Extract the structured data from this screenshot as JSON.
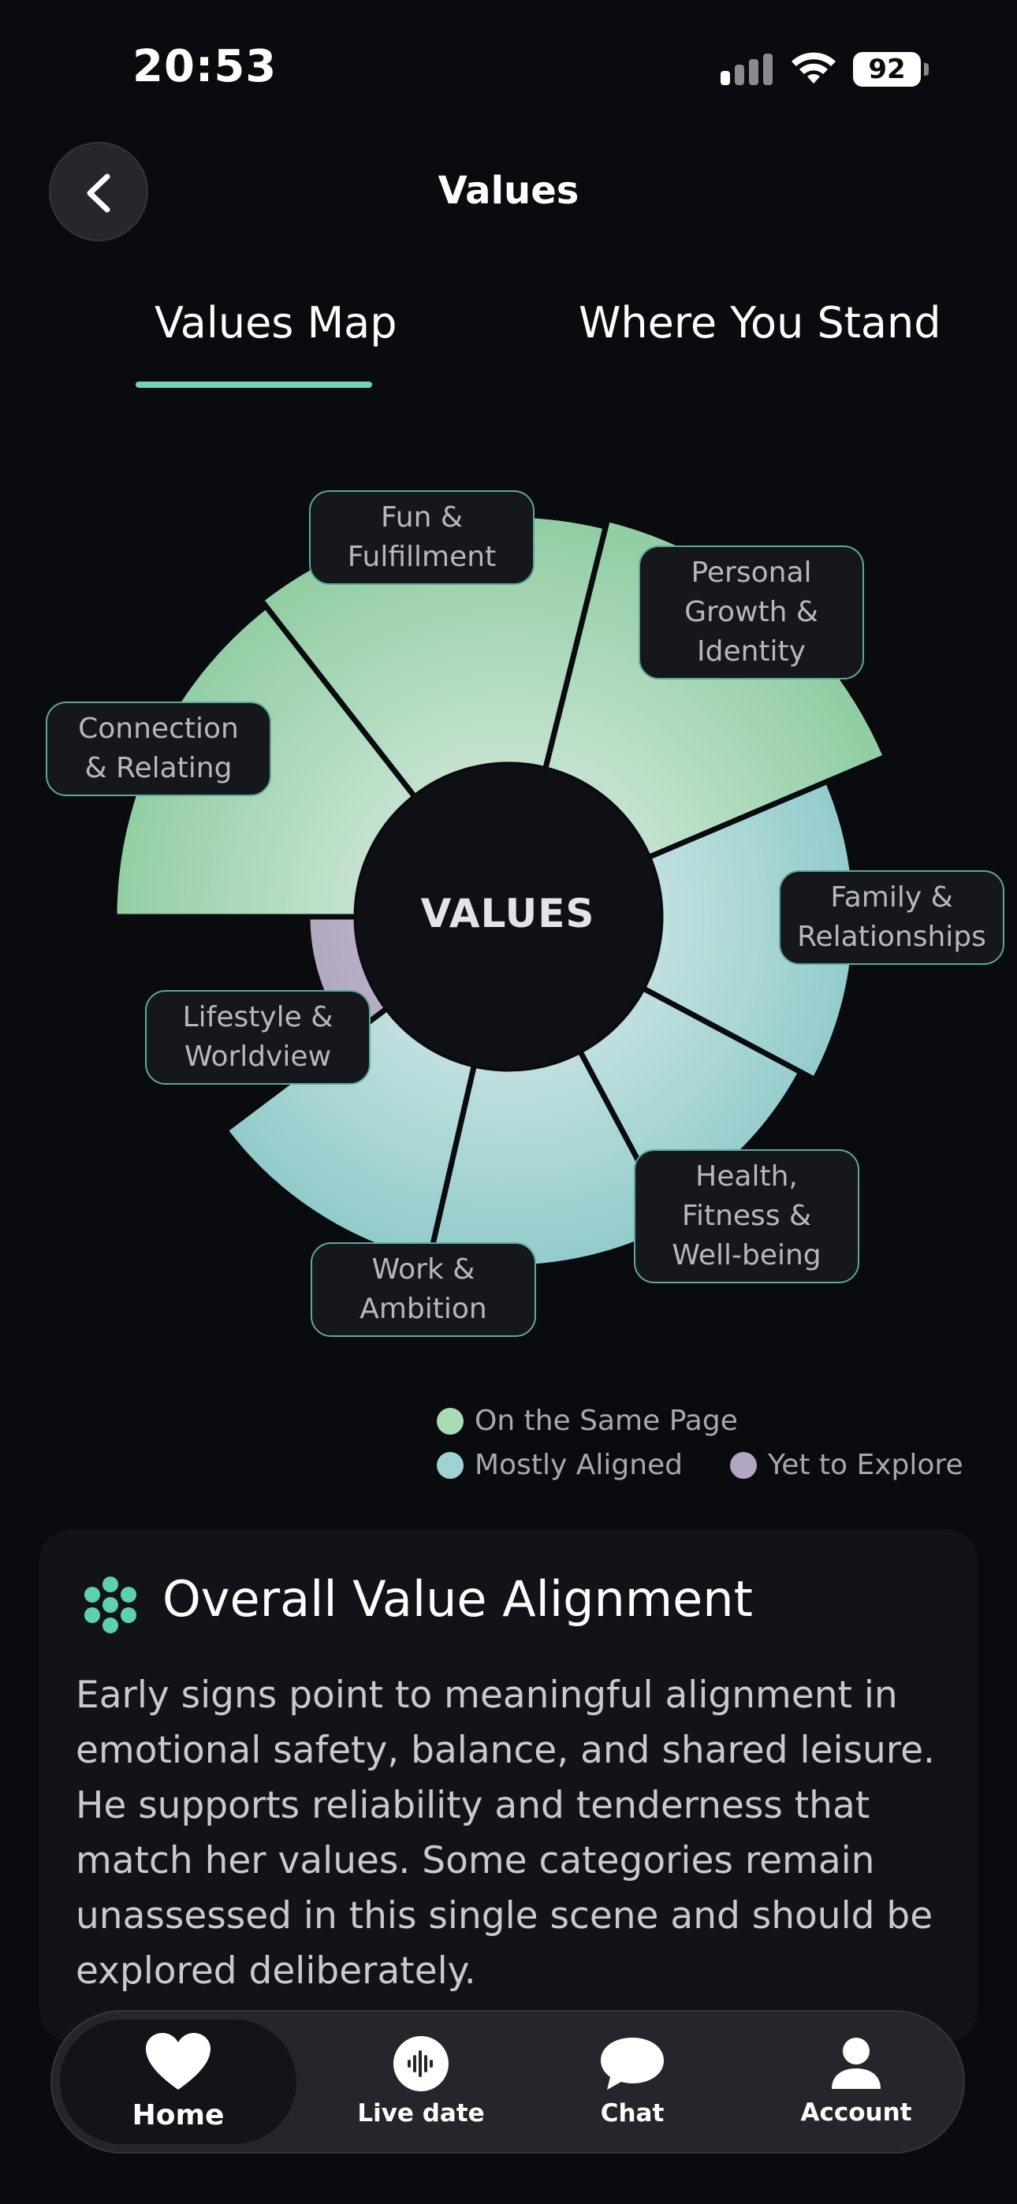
{
  "status_bar": {
    "time": "20:53",
    "battery": "92"
  },
  "header": {
    "title": "Values"
  },
  "tabs": [
    {
      "label": "Values Map",
      "selected": true
    },
    {
      "label": "Where You Stand",
      "selected": false
    }
  ],
  "values_map": {
    "center_label": "VALUES",
    "segments": [
      {
        "label": "Fun & Fulfillment",
        "status": "On the Same Page"
      },
      {
        "label": "Personal Growth & Identity",
        "status": "On the Same Page"
      },
      {
        "label": "Family & Relationships",
        "status": "Mostly Aligned"
      },
      {
        "label": "Health, Fitness & Well-being",
        "status": "Mostly Aligned"
      },
      {
        "label": "Work & Ambition",
        "status": "Mostly Aligned"
      },
      {
        "label": "Lifestyle & Worldview",
        "status": "Yet to Explore"
      },
      {
        "label": "Connection & Relating",
        "status": "On the Same Page"
      }
    ],
    "legend": [
      {
        "label": "On the Same Page",
        "color": "#a8dcb4"
      },
      {
        "label": "Mostly Aligned",
        "color": "#9fd3d3"
      },
      {
        "label": "Yet to Explore",
        "color": "#b2a7c0"
      }
    ]
  },
  "alignment_card": {
    "title": "Overall Value Alignment",
    "body": "Early signs point to meaningful alignment in emotional safety, balance, and shared leisure. He supports reliability and tenderness that match her values. Some categories remain unassessed in this single scene and should be explored deliberately."
  },
  "bottom_nav": [
    {
      "label": "Home",
      "icon": "heart-icon",
      "active": true
    },
    {
      "label": "Live date",
      "icon": "voice-wave-icon",
      "active": false
    },
    {
      "label": "Chat",
      "icon": "chat-bubble-icon",
      "active": false
    },
    {
      "label": "Account",
      "icon": "person-icon",
      "active": false
    }
  ]
}
